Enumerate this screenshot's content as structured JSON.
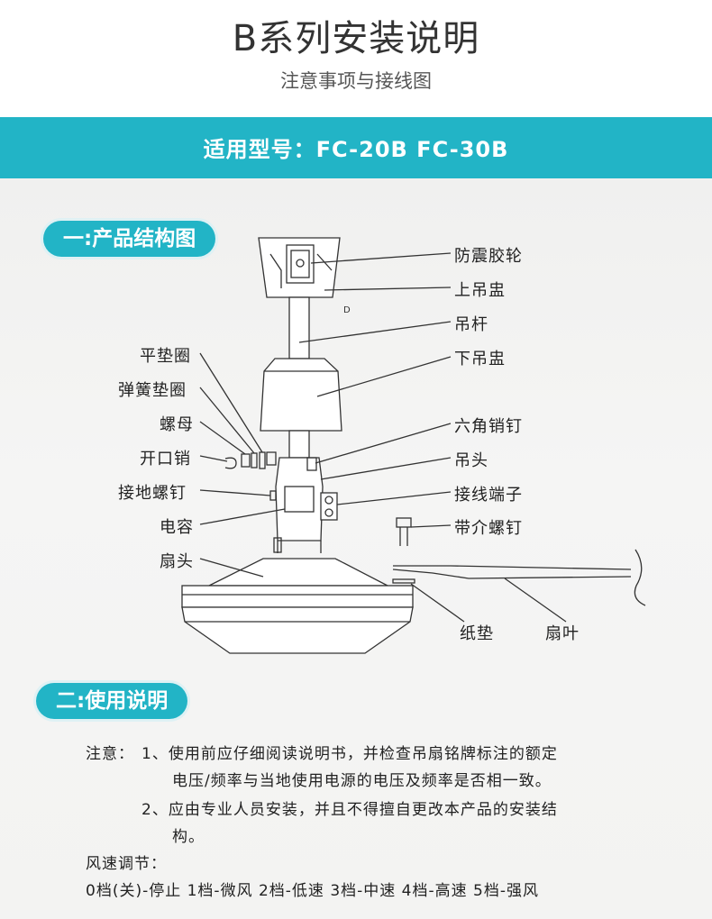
{
  "header": {
    "title": "B系列安装说明",
    "subtitle": "注意事项与接线图"
  },
  "band": {
    "model_text": "适用型号：FC-20B  FC-30B"
  },
  "section1": {
    "heading": "一:产品结构图",
    "diagram_mark": "D",
    "labels_right": [
      "防震胶轮",
      "上吊盅",
      "吊杆",
      "下吊盅",
      "六角销钉",
      "吊头",
      "接线端子",
      "带介螺钉"
    ],
    "labels_left": [
      "平垫圈",
      "弹簧垫圈",
      "螺母",
      "开口销",
      "接地螺钉",
      "电容",
      "扇头"
    ],
    "labels_bottom": [
      "纸垫",
      "扇叶"
    ]
  },
  "section2": {
    "heading": "二:使用说明",
    "note_prefix": "注意：",
    "note1_a": "1、使用前应仔细阅读说明书，并检查吊扇铭牌标注的额定",
    "note1_b": "电压/频率与当地使用电源的电压及频率是否相一致。",
    "note2_a": "2、应由专业人员安装，并且不得擅自更改本产品的安装结",
    "note2_b": "构。",
    "speed_title": "风速调节：",
    "speed_line": "0档(关)-停止   1档-微风   2档-低速   3档-中速   4档-高速   5档-强风"
  },
  "colors": {
    "accent": "#22b4c6",
    "line": "#333333"
  }
}
